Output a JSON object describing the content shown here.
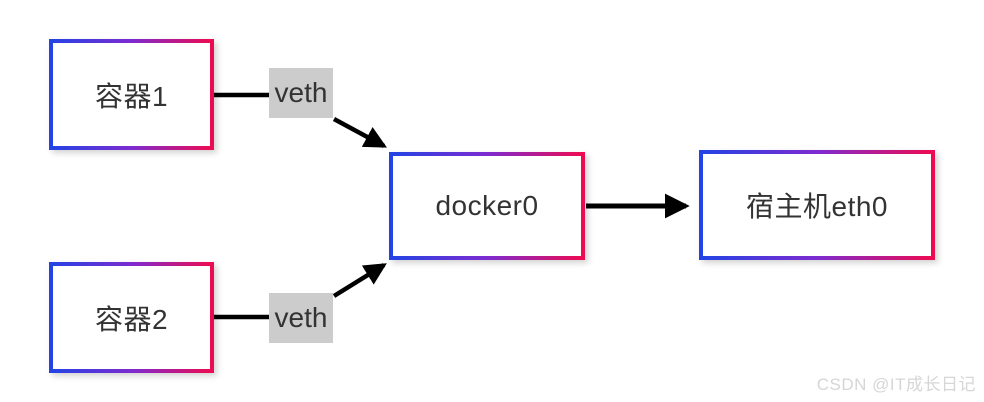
{
  "diagram": {
    "nodes": [
      {
        "id": "container1",
        "label": "容器1"
      },
      {
        "id": "container2",
        "label": "容器2"
      },
      {
        "id": "docker0",
        "label": "docker0"
      },
      {
        "id": "host-eth0",
        "label": "宿主机eth0"
      }
    ],
    "edge_labels": [
      {
        "id": "veth1",
        "label": "veth"
      },
      {
        "id": "veth2",
        "label": "veth"
      }
    ],
    "edges": [
      {
        "from": "container1",
        "to": "veth1",
        "arrow": false
      },
      {
        "from": "veth1",
        "to": "docker0",
        "arrow": true
      },
      {
        "from": "container2",
        "to": "veth2",
        "arrow": false
      },
      {
        "from": "veth2",
        "to": "docker0",
        "arrow": true
      },
      {
        "from": "docker0",
        "to": "host-eth0",
        "arrow": true
      }
    ],
    "colors": {
      "canvas_bg": "#ffffff",
      "border_gradient_start": "#2443e4",
      "border_gradient_mid": "#7d2bd0",
      "border_gradient_end": "#ed0b52",
      "edge_label_bg": "#cccccc",
      "arrow_color": "#000000",
      "text_color": "#333333",
      "watermark_color": "#d6d6d6"
    },
    "watermark": "CSDN @IT成长日记"
  }
}
